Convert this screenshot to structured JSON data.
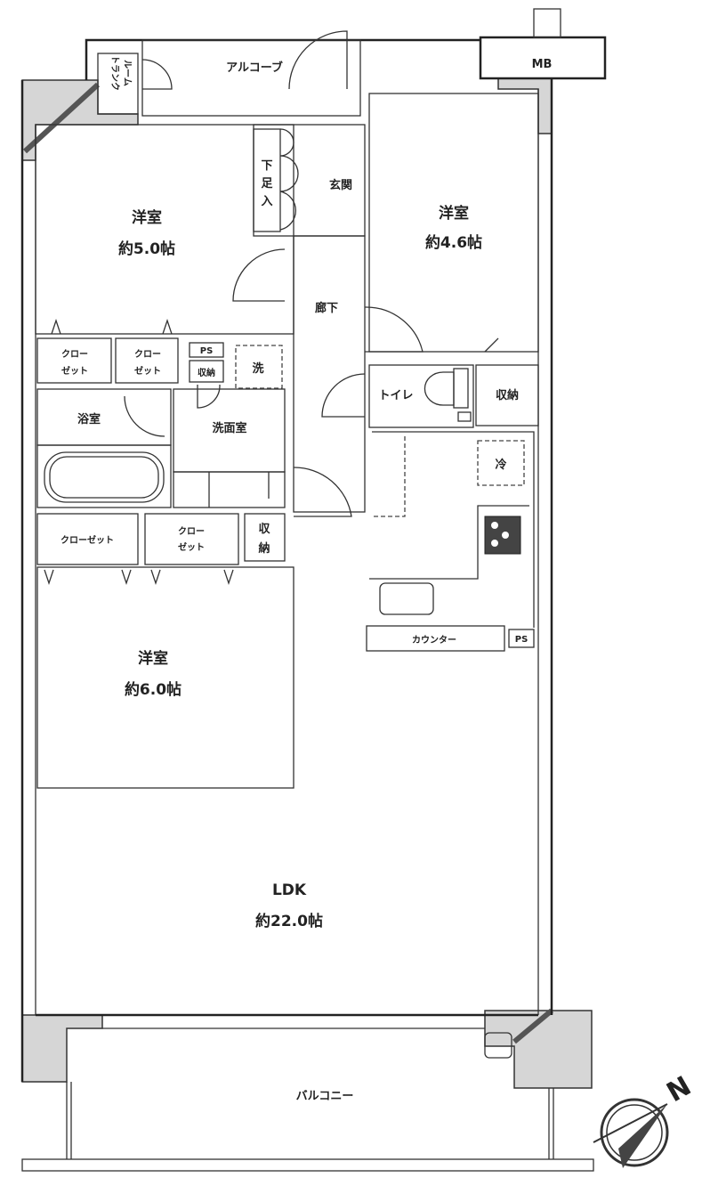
{
  "rooms": {
    "alcove": "アルコーブ",
    "mb": "MB",
    "trunk_room": [
      "トランク",
      "ルーム"
    ],
    "entrance": "玄関",
    "shoe_storage": [
      "下",
      "足",
      "入"
    ],
    "bedroom1": {
      "name": "洋室",
      "size": "約5.0帖"
    },
    "bedroom2": {
      "name": "洋室",
      "size": "約4.6帖"
    },
    "bedroom3": {
      "name": "洋室",
      "size": "約6.0帖"
    },
    "hallway": "廊下",
    "closet_a": [
      "クロー",
      "ゼット"
    ],
    "closet_b": [
      "クロー",
      "ゼット"
    ],
    "ps_top": "PS",
    "storage_small": "収納",
    "washer": "洗",
    "bathroom": "浴室",
    "washroom": "洗面室",
    "closet_c": "クローゼット",
    "closet_d": [
      "クロー",
      "ゼット"
    ],
    "storage_hall": [
      "収",
      "納"
    ],
    "toilet": "トイレ",
    "toilet_storage": "収納",
    "fridge": "冷",
    "counter": "カウンター",
    "ps_kitchen": "PS",
    "ldk": {
      "name": "LDK",
      "size": "約22.0帖"
    },
    "balcony": "バルコニー"
  },
  "compass": {
    "label": "N"
  }
}
